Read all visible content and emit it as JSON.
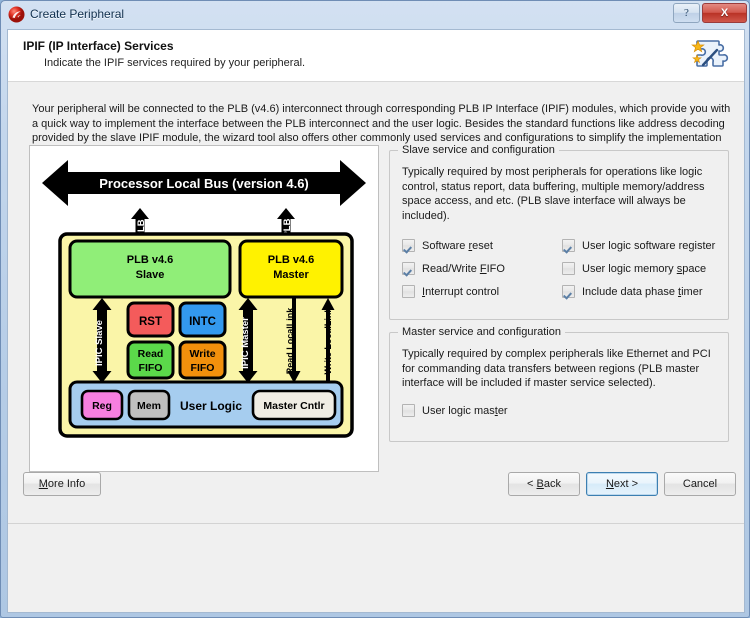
{
  "window": {
    "title": "Create Peripheral",
    "icon": "xilinx-logo-icon",
    "help_label": "?",
    "close_label": "X"
  },
  "header": {
    "title": "IPIF (IP Interface) Services",
    "subtitle": "Indicate the IPIF services required by your peripheral.",
    "icon": "puzzle-wizard-icon"
  },
  "description": "Your peripheral will be connected to the PLB (v4.6) interconnect through corresponding PLB IP Interface (IPIF) modules, which provide you with a quick way to implement the interface between the PLB interconnect and the user logic. Besides the standard functions like address decoding provided by the slave IPIF module, the wizard tool also offers other commonly used services and configurations to simplify the implementation of the design.",
  "diagram": {
    "bus_label": "Processor Local Bus (version 4.6)",
    "splb_label": "SPLB",
    "mplb_label": "MPLB",
    "slave_block": "PLB v4.6\nSlave",
    "slave_block_line1": "PLB v4.6",
    "slave_block_line2": "Slave",
    "master_block_line1": "PLB v4.6",
    "master_block_line2": "Master",
    "ipic_slave_label": "IPIC Slave",
    "ipic_master_label": "IPIC Master",
    "read_locallink_label": "Read LocalLink",
    "write_locallink_label": "Write LocalLink",
    "rst_label": "RST",
    "intc_label": "INTC",
    "read_fifo_line1": "Read",
    "read_fifo_line2": "FIFO",
    "write_fifo_line1": "Write",
    "write_fifo_line2": "FIFO",
    "user_logic_label": "User Logic",
    "reg_label": "Reg",
    "mem_label": "Mem",
    "master_cntlr_label": "Master Cntlr",
    "colors": {
      "outer_box": "#FAF5A8",
      "slave_block": "#90EE78",
      "master_block": "#FFF200",
      "user_logic": "#A6CDEF",
      "rst": "#F45B5B",
      "intc": "#3399EE",
      "read_fifo": "#5BD94A",
      "write_fifo": "#F2900C",
      "reg": "#F77FE0",
      "mem": "#BFBFBF",
      "master_cntlr": "#F0EDE4",
      "bus_arrow": "#000000"
    }
  },
  "slave_group": {
    "legend": "Slave service and configuration",
    "description": "Typically required by most peripherals for operations like logic control, status report, data buffering, multiple memory/address space access, and etc. (PLB slave interface will always be included).",
    "checkboxes_left": [
      {
        "label": "Software reset",
        "mnemonic": "r",
        "checked": true
      },
      {
        "label": "Read/Write FIFO",
        "mnemonic": "F",
        "checked": true
      },
      {
        "label": "Interrupt control",
        "mnemonic": "I",
        "checked": false
      }
    ],
    "checkboxes_right": [
      {
        "label": "User logic software register",
        "mnemonic": "g",
        "checked": true
      },
      {
        "label": "User logic memory space",
        "mnemonic": "s",
        "checked": false
      },
      {
        "label": "Include data phase timer",
        "mnemonic": "t",
        "checked": true
      }
    ]
  },
  "master_group": {
    "legend": "Master service and configuration",
    "description": "Typically required by complex peripherals like Ethernet and PCI for commanding data transfers between regions (PLB master interface will be included if master service selected).",
    "checkboxes": [
      {
        "label": "User logic master",
        "mnemonic": "t",
        "checked": false
      }
    ]
  },
  "footer": {
    "more_info": "More Info",
    "back": "< Back",
    "next": "Next >",
    "cancel": "Cancel"
  }
}
